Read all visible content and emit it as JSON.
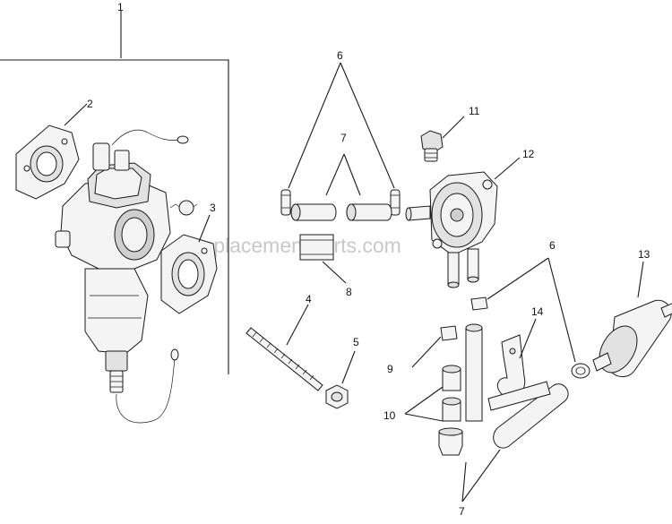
{
  "watermark": "eReplacementParts.com",
  "callouts": {
    "c1": "1",
    "c2": "2",
    "c3": "3",
    "c4": "4",
    "c5": "5",
    "c6a": "6",
    "c6b": "6",
    "c7a": "7",
    "c7b": "7",
    "c8": "8",
    "c9": "9",
    "c10": "10",
    "c11": "11",
    "c12": "12",
    "c13": "13",
    "c14": "14"
  }
}
